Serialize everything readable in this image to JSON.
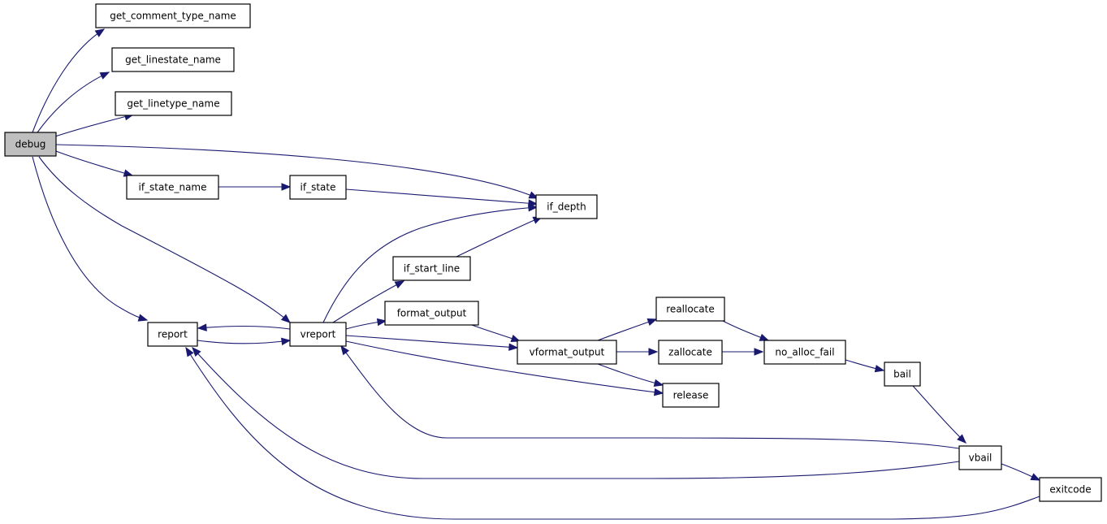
{
  "diagram": {
    "type": "call-graph",
    "nodes": [
      {
        "id": "debug",
        "label": "debug",
        "highlighted": true
      },
      {
        "id": "get_comment_type_name",
        "label": "get_comment_type_name"
      },
      {
        "id": "get_linestate_name",
        "label": "get_linestate_name"
      },
      {
        "id": "get_linetype_name",
        "label": "get_linetype_name"
      },
      {
        "id": "if_state_name",
        "label": "if_state_name"
      },
      {
        "id": "if_state",
        "label": "if_state"
      },
      {
        "id": "if_depth",
        "label": "if_depth"
      },
      {
        "id": "if_start_line",
        "label": "if_start_line"
      },
      {
        "id": "report",
        "label": "report"
      },
      {
        "id": "vreport",
        "label": "vreport"
      },
      {
        "id": "format_output",
        "label": "format_output"
      },
      {
        "id": "vformat_output",
        "label": "vformat_output"
      },
      {
        "id": "reallocate",
        "label": "reallocate"
      },
      {
        "id": "zallocate",
        "label": "zallocate"
      },
      {
        "id": "release",
        "label": "release"
      },
      {
        "id": "no_alloc_fail",
        "label": "no_alloc_fail"
      },
      {
        "id": "bail",
        "label": "bail"
      },
      {
        "id": "vbail",
        "label": "vbail"
      },
      {
        "id": "exitcode",
        "label": "exitcode"
      }
    ],
    "edges": [
      {
        "from": "debug",
        "to": "get_comment_type_name"
      },
      {
        "from": "debug",
        "to": "get_linestate_name"
      },
      {
        "from": "debug",
        "to": "get_linetype_name"
      },
      {
        "from": "debug",
        "to": "if_depth"
      },
      {
        "from": "debug",
        "to": "if_state_name"
      },
      {
        "from": "debug",
        "to": "vreport"
      },
      {
        "from": "debug",
        "to": "report"
      },
      {
        "from": "if_state_name",
        "to": "if_state"
      },
      {
        "from": "if_state",
        "to": "if_depth"
      },
      {
        "from": "if_start_line",
        "to": "if_depth"
      },
      {
        "from": "vreport",
        "to": "if_depth"
      },
      {
        "from": "vreport",
        "to": "if_start_line"
      },
      {
        "from": "vreport",
        "to": "format_output"
      },
      {
        "from": "vreport",
        "to": "report"
      },
      {
        "from": "report",
        "to": "vreport"
      },
      {
        "from": "vreport",
        "to": "vformat_output"
      },
      {
        "from": "vreport",
        "to": "release"
      },
      {
        "from": "format_output",
        "to": "vformat_output"
      },
      {
        "from": "vformat_output",
        "to": "reallocate"
      },
      {
        "from": "vformat_output",
        "to": "zallocate"
      },
      {
        "from": "vformat_output",
        "to": "release"
      },
      {
        "from": "reallocate",
        "to": "no_alloc_fail"
      },
      {
        "from": "zallocate",
        "to": "no_alloc_fail"
      },
      {
        "from": "no_alloc_fail",
        "to": "bail"
      },
      {
        "from": "bail",
        "to": "vbail"
      },
      {
        "from": "vbail",
        "to": "vreport"
      },
      {
        "from": "vbail",
        "to": "report"
      },
      {
        "from": "vbail",
        "to": "exitcode"
      },
      {
        "from": "exitcode",
        "to": "report"
      }
    ],
    "colors": {
      "edge": "#191970",
      "node_border": "#000000",
      "node_fill": "#ffffff",
      "highlight_fill": "#bfbfbf"
    }
  }
}
